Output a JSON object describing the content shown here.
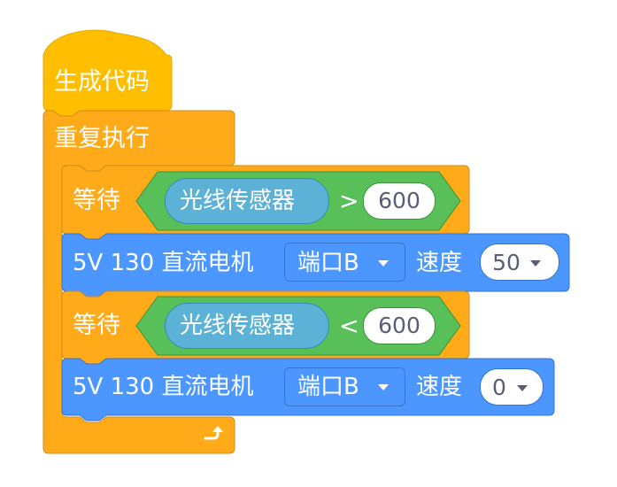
{
  "hat_block": {
    "label": "生成代码"
  },
  "repeat_block": {
    "label": "重复执行",
    "loop_icon": "loop-arrow-icon"
  },
  "wait_blocks": [
    {
      "label": "等待",
      "sensor": "光线传感器",
      "operator": ">",
      "value": "600"
    },
    {
      "label": "等待",
      "sensor": "光线传感器",
      "operator": "<",
      "value": "600"
    }
  ],
  "motor_blocks": [
    {
      "label": "5V 130 直流电机",
      "port": "端口B",
      "speed_label": "速度",
      "speed": "50"
    },
    {
      "label": "5V 130 直流电机",
      "port": "端口B",
      "speed_label": "速度",
      "speed": "0"
    }
  ],
  "colors": {
    "hat": "#ffbf00",
    "control": "#ffab19",
    "operator": "#59c059",
    "sensor": "#5cb1d6",
    "motor": "#4c97ff"
  }
}
